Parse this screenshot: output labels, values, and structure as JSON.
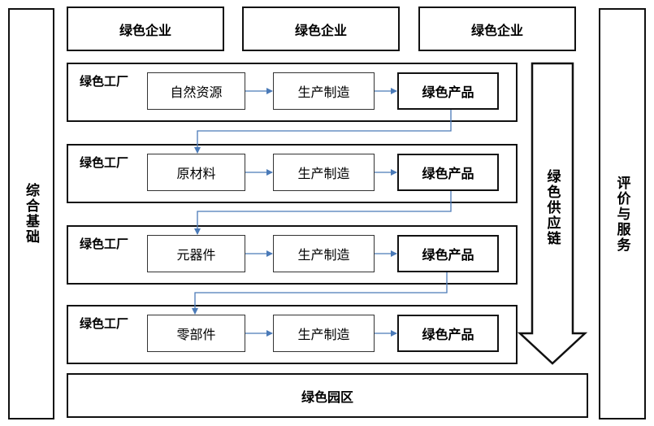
{
  "left_bar": {
    "label": "综合基础"
  },
  "right_bar": {
    "label": "评价与服务"
  },
  "enterprises": [
    {
      "label": "绿色企业"
    },
    {
      "label": "绿色企业"
    },
    {
      "label": "绿色企业"
    }
  ],
  "supply_chain": {
    "label": "绿色供应链"
  },
  "park": {
    "label": "绿色园区"
  },
  "factories": [
    {
      "label": "绿色工厂",
      "input": "自然资源",
      "process": "生产制造",
      "output": "绿色产品"
    },
    {
      "label": "绿色工厂",
      "input": "原材料",
      "process": "生产制造",
      "output": "绿色产品"
    },
    {
      "label": "绿色工厂",
      "input": "元器件",
      "process": "生产制造",
      "output": "绿色产品"
    },
    {
      "label": "绿色工厂",
      "input": "零部件",
      "process": "生产制造",
      "output": "绿色产品"
    }
  ],
  "colors": {
    "connector": "#4a7ab8",
    "border": "#111111"
  }
}
